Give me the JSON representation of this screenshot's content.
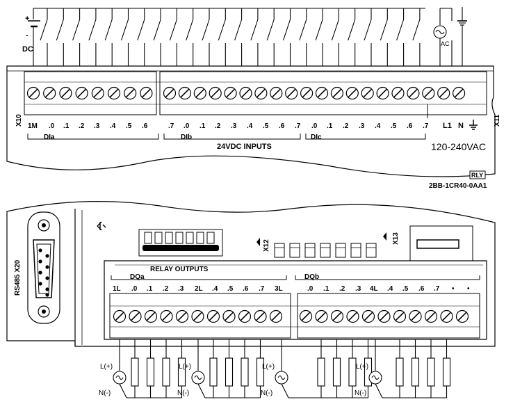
{
  "top_module": {
    "dc_plus": "+",
    "dc_minus": "-",
    "dc_label": "DC",
    "ac_label": "AC",
    "connector_left": "X10",
    "connector_right": "X11",
    "terminals": [
      "1M",
      ".0",
      ".1",
      ".2",
      ".3",
      ".4",
      ".5",
      ".6",
      ".7",
      ".0",
      ".1",
      ".2",
      ".3",
      ".4",
      ".5",
      ".6",
      ".7",
      ".0",
      ".1",
      ".2",
      ".3",
      ".4",
      ".5",
      ".6",
      ".7"
    ],
    "power_terminals": [
      "L1",
      "N"
    ],
    "group_a": "DIa",
    "group_b": "DIb",
    "group_c": "DIc",
    "inputs_label": "24VDC INPUTS",
    "voltage_label": "120-240VAC",
    "model_badge": "RLY",
    "model_number": "2BB-1CR40-0AA1"
  },
  "bottom_module": {
    "rs485_label": "RS485 X20",
    "x12_label": "X12",
    "x13_label": "X13",
    "relay_label": "RELAY OUTPUTS",
    "group_a": "DQa",
    "group_b": "DQb",
    "terminals": [
      "1L",
      ".0",
      ".1",
      ".2",
      ".3",
      "2L",
      ".4",
      ".5",
      ".6",
      ".7",
      "3L",
      ".0",
      ".1",
      ".2",
      ".3",
      "4L",
      ".4",
      ".5",
      ".6",
      ".7",
      "•",
      "•"
    ],
    "load_plus": "L(+)",
    "load_minus": "N(-)"
  }
}
